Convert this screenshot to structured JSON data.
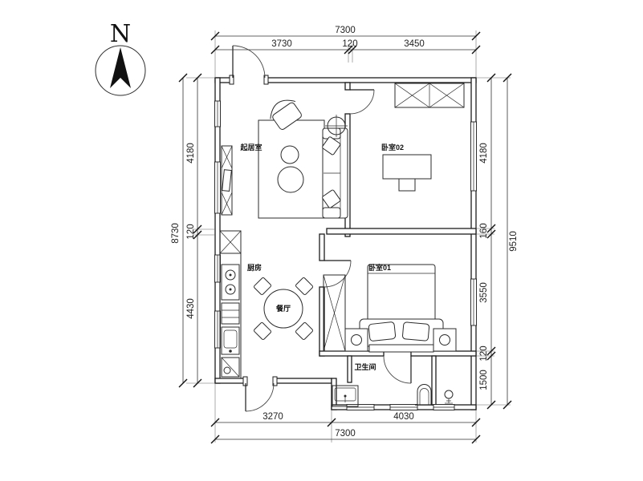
{
  "compass": {
    "label": "N"
  },
  "rooms": {
    "living_room": "起居室",
    "bedroom_02": "卧室02",
    "bedroom_01": "卧室01",
    "kitchen": "厨房",
    "dining_room": "餐厅",
    "bathroom": "卫生间"
  },
  "dimensions": {
    "top": {
      "total": "7300",
      "seg1": "3730",
      "seg2": "120",
      "seg3": "3450"
    },
    "left": {
      "total": "8730",
      "seg1": "4180",
      "seg2": "120",
      "seg3": "4430"
    },
    "right": {
      "total": "9510",
      "seg1": "4180",
      "seg2": "160",
      "seg3": "3550",
      "seg4": "120",
      "seg5": "1500"
    },
    "bottom": {
      "total": "7300",
      "seg1": "3270",
      "seg2": "4030"
    }
  },
  "colors": {
    "line": "#1c1c1c",
    "dimension": "#333333",
    "background": "#ffffff"
  }
}
